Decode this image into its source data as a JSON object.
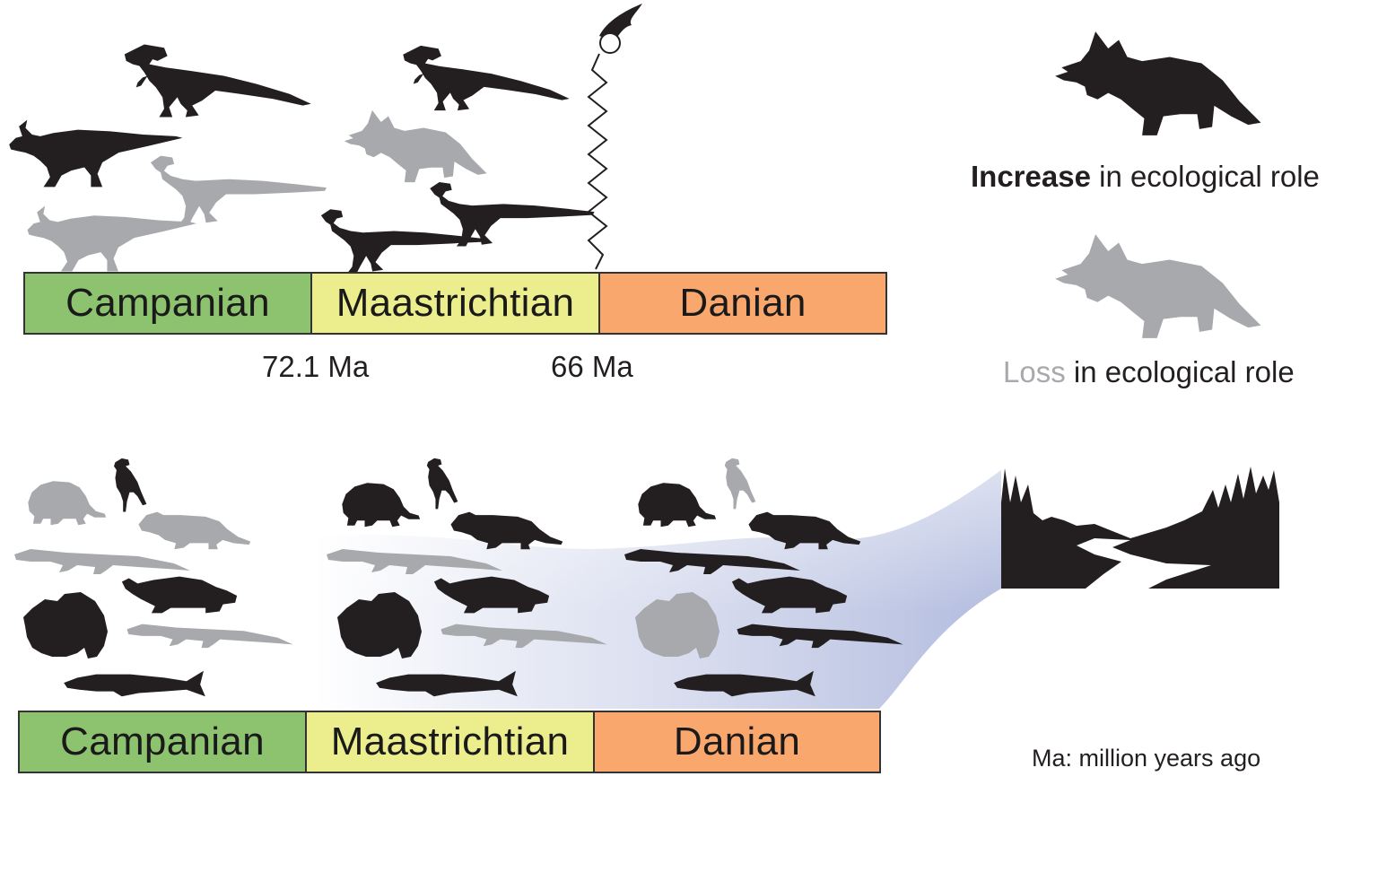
{
  "timeline_top": {
    "stages": [
      {
        "name": "Campanian",
        "color": "#8dc26f"
      },
      {
        "name": "Maastrichtian",
        "color": "#ecee8e"
      },
      {
        "name": "Danian",
        "color": "#f9a76c"
      }
    ],
    "boundary_labels": [
      "72.1 Ma",
      "66 Ma"
    ]
  },
  "timeline_bottom": {
    "stages": [
      {
        "name": "Campanian",
        "color": "#8dc26f"
      },
      {
        "name": "Maastrichtian",
        "color": "#ecee8e"
      },
      {
        "name": "Danian",
        "color": "#f9a76c"
      }
    ]
  },
  "legend": {
    "increase_bold": "Increase",
    "increase_rest": " in ecological role",
    "loss_grey": "Loss",
    "loss_rest": " in ecological role",
    "increase_color": "#231f20",
    "loss_color": "#a7a9ac"
  },
  "footnote": "Ma: million years ago",
  "colors": {
    "silhouette_dark": "#231f20",
    "silhouette_light": "#a7a9ac",
    "habitat_gradient": "#b9c2e0"
  },
  "icons": {
    "asteroid": "asteroid-impact-icon",
    "habitat": "river-forest-landscape-icon"
  }
}
